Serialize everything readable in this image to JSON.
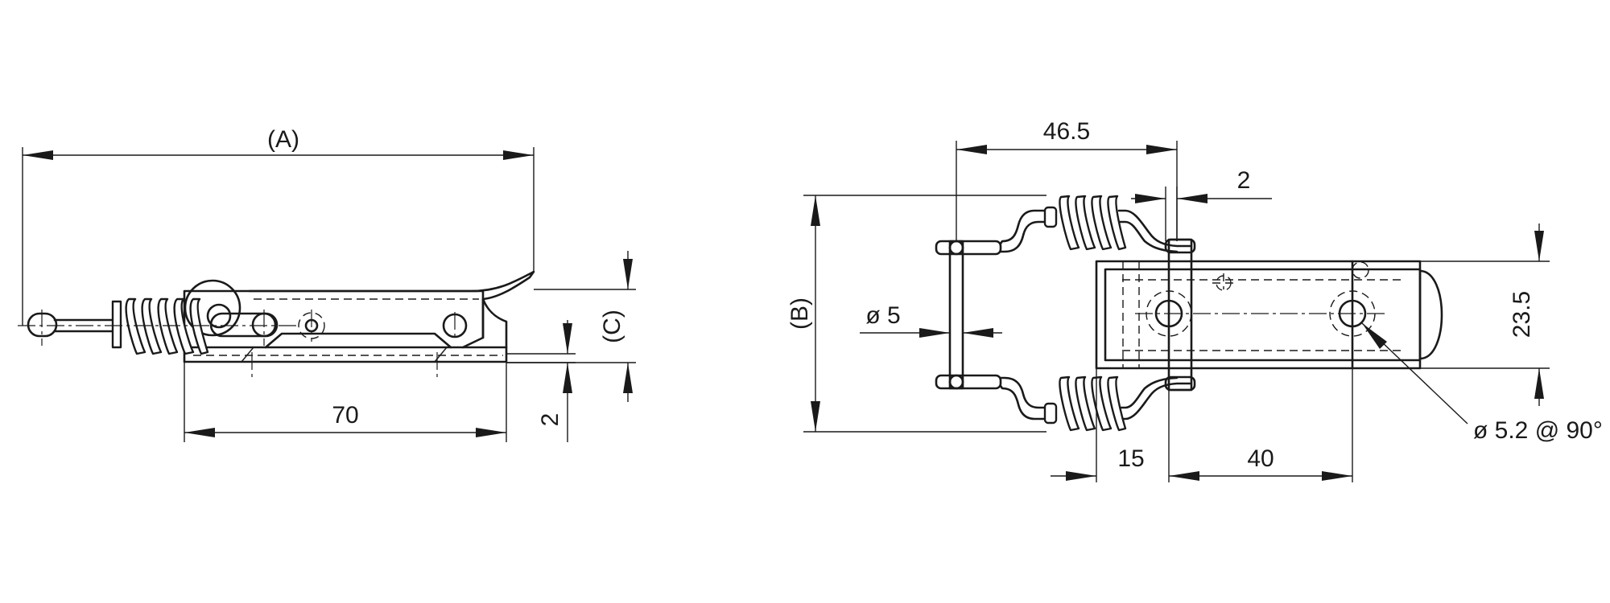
{
  "views": {
    "side": {
      "dim_a": "(A)",
      "dim_70": "70",
      "dim_2": "2",
      "dim_c": "(C)"
    },
    "top": {
      "dim_46_5": "46.5",
      "dim_2": "2",
      "dim_b": "(B)",
      "dim_d5": "ø 5",
      "dim_23_5": "23.5",
      "dim_15": "15",
      "dim_40": "40",
      "dim_hole": "ø 5.2 @ 90°"
    }
  }
}
